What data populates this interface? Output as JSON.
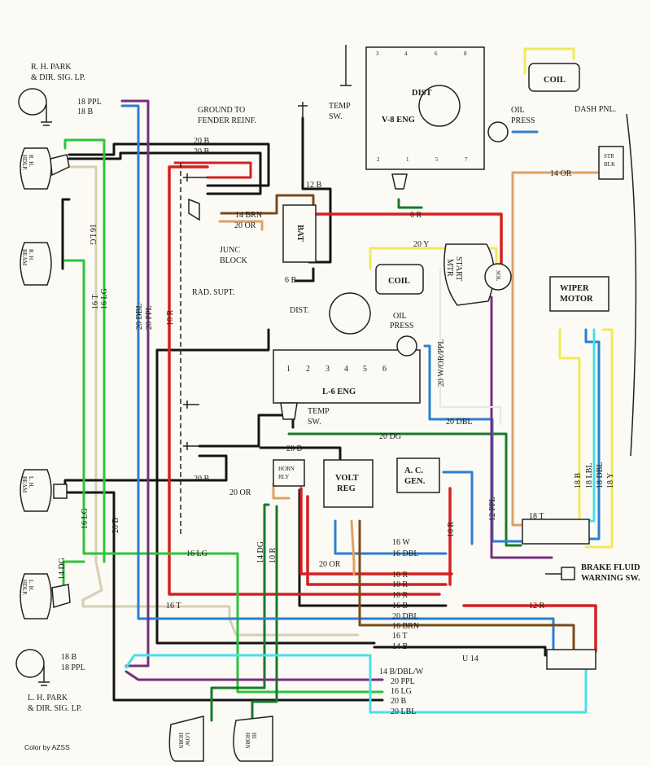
{
  "wire_colors": {
    "black": "#141414",
    "red": "#d42020",
    "green": "#2cc43a",
    "dark_green": "#177a2a",
    "tan": "#d8cfb2",
    "blue": "#2a7fd0",
    "purple": "#74307a",
    "brown": "#7a4a1c",
    "orange": "#e0a066",
    "yellow": "#f1ea5a",
    "light_blue": "#48e0e8",
    "white": "#e6e6e6"
  },
  "components": {
    "rh_park": [
      "R. H. PARK",
      "& DIR. SIG. LP."
    ],
    "lh_park": [
      "L. H. PARK",
      "& DIR. SIG. LP."
    ],
    "rh_hdlp": [
      "R. H.",
      "HDLP."
    ],
    "rh_beam": [
      "R. H.",
      "BEAM"
    ],
    "lh_beam": [
      "L. H.",
      "BEAM"
    ],
    "lh_hdlp": [
      "L. H.",
      "HDLP."
    ],
    "ground": [
      "GROUND TO",
      "FENDER REINF."
    ],
    "temp_sw_top": [
      "TEMP",
      "SW."
    ],
    "temp_sw_l6": [
      "TEMP",
      "SW."
    ],
    "junc_block": [
      "JUNC",
      "BLOCK"
    ],
    "rad_supt": "RAD. SUPT.",
    "dist_v8": "DIST",
    "v8_eng": "V-8 ENG",
    "coil_top": "COIL",
    "oil_press_top": [
      "OIL",
      "PRESS"
    ],
    "dash_pnl": "DASH PNL.",
    "str_blk": [
      "STR",
      "BLK"
    ],
    "battery": "BAT",
    "coil_l6": "COIL",
    "start_mtr": [
      "START",
      "MTR"
    ],
    "sol": "SOL",
    "dist_l6": "DIST.",
    "oil_press_l6": [
      "OIL",
      "PRESS"
    ],
    "l6_eng": "L-6 ENG",
    "wiper_motor": [
      "WIPER",
      "MOTOR"
    ],
    "horn_rly": [
      "HORN",
      "RLY"
    ],
    "volt_reg": [
      "VOLT",
      "REG"
    ],
    "ac_gen": [
      "A. C.",
      "GEN."
    ],
    "brake_sw": [
      "BRAKE FLUID",
      "WARNING SW."
    ],
    "low_horn": [
      "LOW",
      "HORN"
    ],
    "hi_horn": [
      "HI",
      "HORN"
    ],
    "u14": "U 14",
    "credit": "Color by AZSS"
  },
  "cyl_v8_top": [
    "3",
    "4",
    "6",
    "8"
  ],
  "cyl_v8_bottom": [
    "2",
    "1",
    "5",
    "7"
  ],
  "cyl_l6": [
    "1",
    "2",
    "3",
    "4",
    "5",
    "6"
  ],
  "wire_labels": [
    "18 PPL",
    "18 B",
    "20 B",
    "20 B",
    "14 BRN",
    "20 OR",
    "12 B",
    "6 R",
    "6 B",
    "20 Y",
    "14 OR",
    "16 LG",
    "16 T",
    "16 LG",
    "20 DBL",
    "20 PPL",
    "10 R",
    "20 W/OR/PPL",
    "20 DBL",
    "20 DG",
    "20 B",
    "20 B",
    "20 OR",
    "16 LG",
    "20 B",
    "16 LG",
    "14 DG",
    "14 DG",
    "10 R",
    "12 PPL",
    "16 W",
    "16 DBL",
    "20 OR",
    "10 R",
    "10 R",
    "10 R",
    "16 B",
    "12 R",
    "16 T",
    "18 T",
    "18 B",
    "18 LBL",
    "18 DBL",
    "18 Y",
    "20 DBL",
    "16 BRN",
    "16 T",
    "14 B",
    "14 B/DBL/W",
    "20 PPL",
    "16 LG",
    "20 B",
    "20 LBL",
    "18 B",
    "18 PPL"
  ]
}
